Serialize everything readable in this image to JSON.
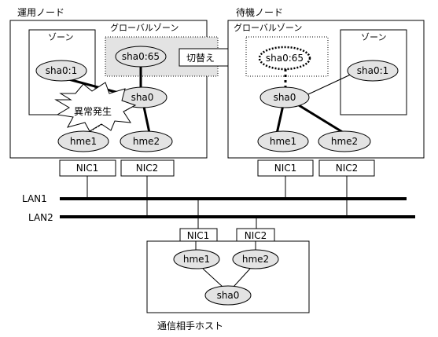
{
  "active_node": {
    "title": "運用ノード",
    "zone_label": "ゾーン",
    "zone_iface": "sha0:1",
    "global_zone_label": "グローバルゾーン",
    "sha0_65": "sha0:65",
    "sha0": "sha0",
    "hme1": "hme1",
    "hme2": "hme2",
    "nic1": "NIC1",
    "nic2": "NIC2",
    "fault_label": "異常発生"
  },
  "standby_node": {
    "title": "待機ノード",
    "global_zone_label": "グローバルゾーン",
    "zone_label": "ゾーン",
    "sha0_65": "sha0:65",
    "zone_iface": "sha0:1",
    "sha0": "sha0",
    "hme1": "hme1",
    "hme2": "hme2",
    "nic1": "NIC1",
    "nic2": "NIC2"
  },
  "switch_label": "切替え",
  "lan1": "LAN1",
  "lan2": "LAN2",
  "remote_host": {
    "title": "通信相手ホスト",
    "nic1": "NIC1",
    "nic2": "NIC2",
    "hme1": "hme1",
    "hme2": "hme2",
    "sha0": "sha0"
  },
  "colors": {
    "ellipse_fill": "#e3e3e3",
    "highlight_fill": "#e3e3e3"
  }
}
